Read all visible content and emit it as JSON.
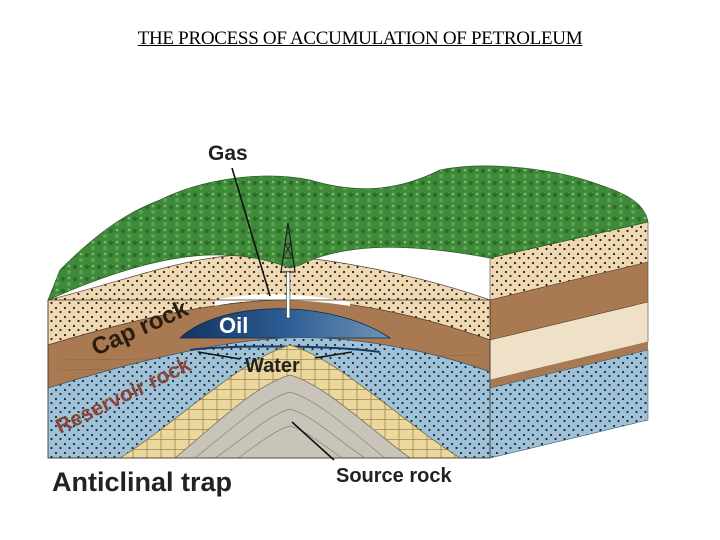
{
  "title": "THE PROCESS OF ACCUMULATION OF PETROLEUM",
  "labels": {
    "gas": "Gas",
    "oil": "Oil",
    "water": "Water",
    "cap_rock": "Cap rock",
    "reservoir_rock": "Reservoir rock",
    "source_rock": "Source rock",
    "diagram_caption": "Anticlinal trap"
  },
  "icons": [
    "derrick-icon"
  ],
  "colors": {
    "vegetation": "#3f8a3a",
    "sand": "#efd9b4",
    "brown_layer": "#a97a52",
    "oil": "#1f4f86",
    "water_blue": "#9fc2d9",
    "source_grey": "#c9c4b9",
    "yellow_layer": "#ecd79c"
  }
}
